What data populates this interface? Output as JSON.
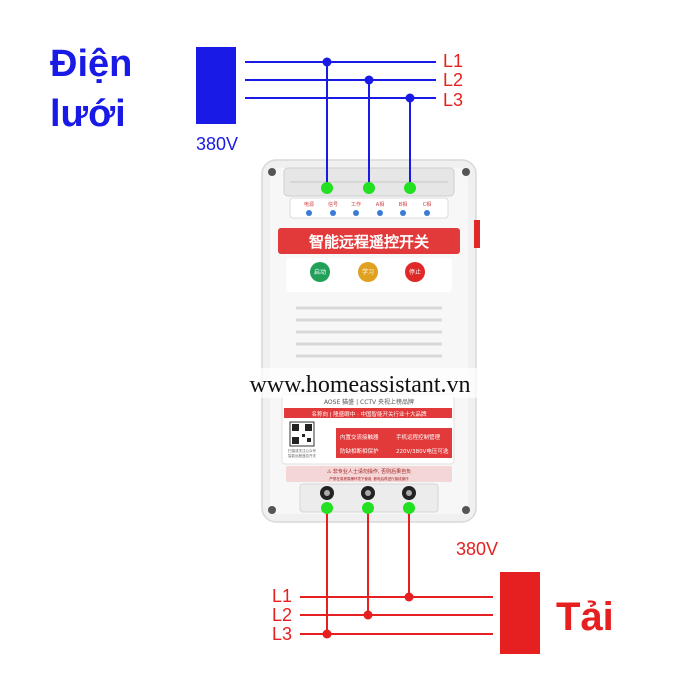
{
  "grid_source": {
    "title_line1": "Điện",
    "title_line2": "lưới",
    "voltage": "380V",
    "lines": [
      "L1",
      "L2",
      "L3"
    ],
    "color": "#1a1ae6"
  },
  "load": {
    "title": "Tải",
    "voltage": "380V",
    "lines": [
      "L1",
      "L2",
      "L3"
    ],
    "color": "#e62020"
  },
  "device": {
    "banner": "智能远程遥控开关",
    "indicators": [
      "电源",
      "信号",
      "工作",
      "A相",
      "B相",
      "C相"
    ],
    "buttons": [
      {
        "label": "启动",
        "color": "#22a05a"
      },
      {
        "label": "学习",
        "color": "#e0a020"
      },
      {
        "label": "停止",
        "color": "#e02828"
      }
    ],
    "brand_line": "AOSE 猫盛 | CCTV 央视上榜品牌",
    "award_line": "名称向 | 隆盛眼中 · 中国智能开关行业十大品牌",
    "features": [
      "内置交流接触器",
      "手机远程控制管理",
      "防缺相断相保护",
      "220V/380V电压可选"
    ],
    "qr_caption_1": "扫描或关注公众号",
    "qr_caption_2": "智能远程遥控开关",
    "warning": "⚠ 非专业人士请勿操作, 否则后果自负",
    "warning_sub": "严禁在易燃易爆环境下使用, 断电后再进行接线操作"
  },
  "watermark": "www.homeassistant.vn"
}
